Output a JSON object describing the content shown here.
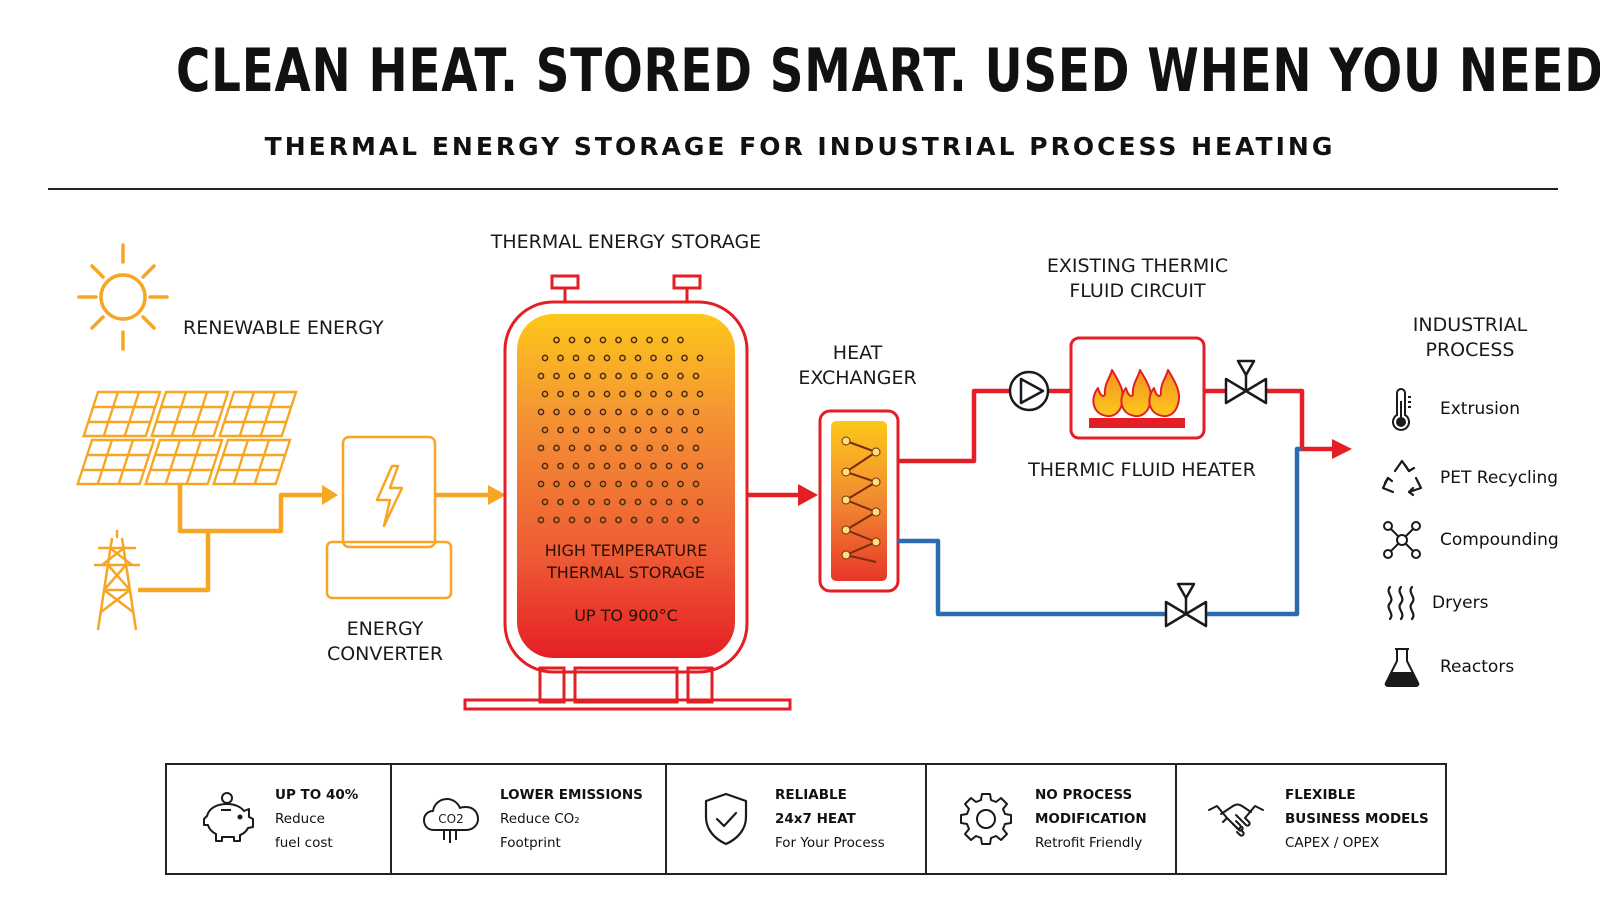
{
  "header": {
    "title": "CLEAN HEAT. STORED SMART. USED WHEN YOU NEED.",
    "subtitle": "THERMAL ENERGY STORAGE FOR INDUSTRIAL PROCESS HEATING"
  },
  "diagram": {
    "renewable_label": "RENEWABLE ENERGY",
    "converter_label_1": "ENERGY",
    "converter_label_2": "CONVERTER",
    "storage_title": "THERMAL ENERGY STORAGE",
    "storage_inner_1": "HIGH TEMPERATURE",
    "storage_inner_2": "THERMAL STORAGE",
    "storage_temp": "UP TO 900°C",
    "hx_label_1": "HEAT",
    "hx_label_2": "EXCHANGER",
    "circuit_label_1": "EXISTING THERMIC",
    "circuit_label_2": "FLUID CIRCUIT",
    "heater_label": "THERMIC FLUID HEATER",
    "process_title_1": "INDUSTRIAL",
    "process_title_2": "PROCESS",
    "process_items": [
      {
        "label": "Extrusion",
        "icon": "thermometer-icon"
      },
      {
        "label": "PET Recycling",
        "icon": "recycle-icon"
      },
      {
        "label": "Compounding",
        "icon": "molecule-icon"
      },
      {
        "label": "Dryers",
        "icon": "heat-waves-icon"
      },
      {
        "label": "Reactors",
        "icon": "flask-icon"
      }
    ],
    "colors": {
      "orange": "#F6A623",
      "red": "#E31E24",
      "blue": "#2B6CB0",
      "dark": "#1a1a1a"
    }
  },
  "benefits": [
    {
      "heading": "UP TO 40%",
      "line1": "Reduce",
      "line2": "fuel cost",
      "icon": "piggy-bank-icon"
    },
    {
      "heading": "LOWER EMISSIONS",
      "line1": "Reduce CO₂",
      "line2": "Footprint",
      "icon": "co2-cloud-icon"
    },
    {
      "heading": "RELIABLE",
      "line1": "24x7 HEAT",
      "line2": "For Your Process",
      "icon": "shield-check-icon"
    },
    {
      "heading": "NO PROCESS",
      "line1": "MODIFICATION",
      "line2": "Retrofit Friendly",
      "icon": "gear-icon"
    },
    {
      "heading": "FLEXIBLE",
      "line1": "BUSINESS MODELS",
      "line2": "CAPEX / OPEX",
      "icon": "handshake-icon"
    }
  ]
}
